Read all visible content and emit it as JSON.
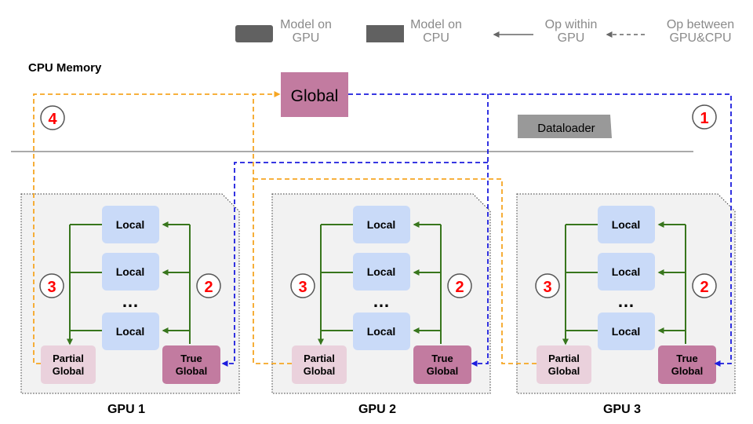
{
  "legend": {
    "model_on_gpu": "Model on\nGPU",
    "model_on_cpu": "Model on\nCPU",
    "op_within_gpu": "Op within\nGPU",
    "op_between": "Op between\nGPU&CPU"
  },
  "cpu_memory_label": "CPU Memory",
  "global_label": "Global",
  "dataloader_label": "Dataloader",
  "steps": {
    "s1": "1",
    "s2": "2",
    "s3": "3",
    "s4": "4"
  },
  "gpu": {
    "local_label": "Local",
    "dots": "…",
    "partial_global": "Partial\nGlobal",
    "true_global": "True\nGlobal"
  },
  "gpus": [
    {
      "label": "GPU 1"
    },
    {
      "label": "GPU 2"
    },
    {
      "label": "GPU 3"
    }
  ],
  "colors": {
    "gpu_model": "#616161",
    "global": "#c27ba0",
    "local": "#c9daf8",
    "partial": "#ead1dc",
    "green": "#38761d",
    "orange": "#f6a623",
    "blue": "#1c1cde",
    "red": "#ff0000",
    "legend_text": "#8a8a8a",
    "panel": "#f2f2f2"
  }
}
